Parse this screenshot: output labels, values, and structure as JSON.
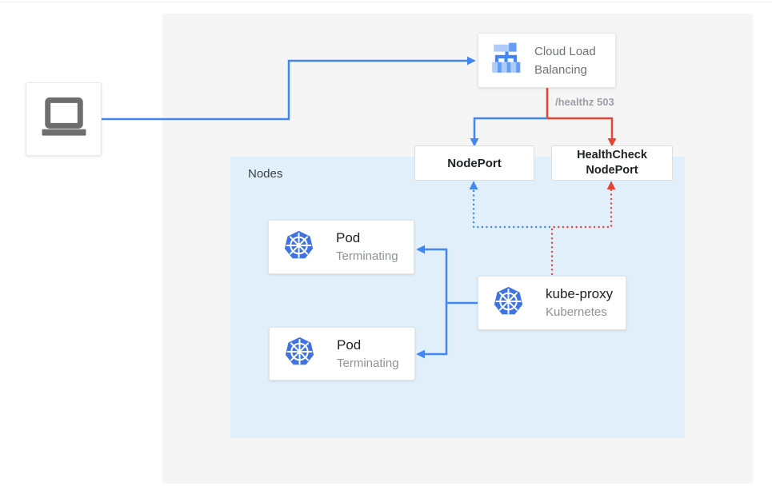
{
  "diagram_title": "Kubernetes terminating pods load-balancing diagram",
  "colors": {
    "accent_blue": "#4285f4",
    "accent_red": "#ea4335",
    "canvas_gray": "#f5f5f5",
    "nodes_panel_blue": "#e1effb",
    "kubernetes_blue": "#3f73e3",
    "lb_icon_light_blue": "#aecbfa",
    "lb_icon_mid_blue": "#669df6",
    "laptop_gray": "#6e6e6e",
    "dark_text": "#202124",
    "subtitle_gray": "#8d9297",
    "healthz_gray": "#9aa0a6"
  },
  "client": {
    "icon": "laptop-icon"
  },
  "cloud_lb": {
    "label": "Cloud Load Balancing",
    "icon": "cloud-load-balancing-icon"
  },
  "edges": {
    "healthz_label": "/healthz 503"
  },
  "nodeport": {
    "label": "NodePort"
  },
  "healthcheck_nodeport": {
    "line1": "HealthCheck",
    "line2": "NodePort"
  },
  "nodes_panel": {
    "label": "Nodes"
  },
  "pods": [
    {
      "title": "Pod",
      "subtitle": "Terminating",
      "icon": "kubernetes-icon"
    },
    {
      "title": "Pod",
      "subtitle": "Terminating",
      "icon": "kubernetes-icon"
    }
  ],
  "kube_proxy": {
    "title": "kube-proxy",
    "subtitle": "Kubernetes",
    "icon": "kubernetes-icon"
  }
}
